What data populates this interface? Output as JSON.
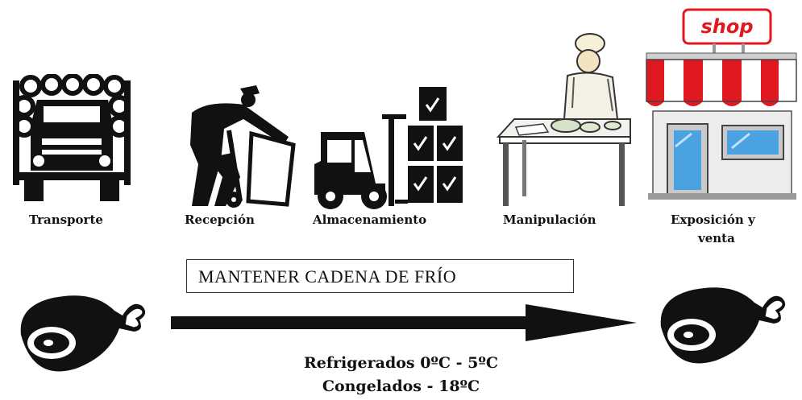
{
  "steps": [
    {
      "key": "transport",
      "label": "Transporte",
      "icon": "truck-icon"
    },
    {
      "key": "reception",
      "label": "Recepción",
      "icon": "worker-handtruck-icon"
    },
    {
      "key": "storage",
      "label": "Almacenamiento",
      "icon": "forklift-icon"
    },
    {
      "key": "handling",
      "label": "Manipulación",
      "icon": "cook-icon"
    },
    {
      "key": "display",
      "label_line1": "Exposición y",
      "label_line2": "venta",
      "icon": "shop-icon"
    }
  ],
  "shop_sign": "shop",
  "banner": {
    "text": "MANTENER CADENA DE FRÍO"
  },
  "temperatures": {
    "refrigerated": "Refrigerados 0ºC - 5ºC",
    "frozen": "Congelados - 18ºC"
  },
  "colors": {
    "ink": "#111111",
    "awning_red": "#e01820",
    "window_blue": "#4aa3e0"
  }
}
